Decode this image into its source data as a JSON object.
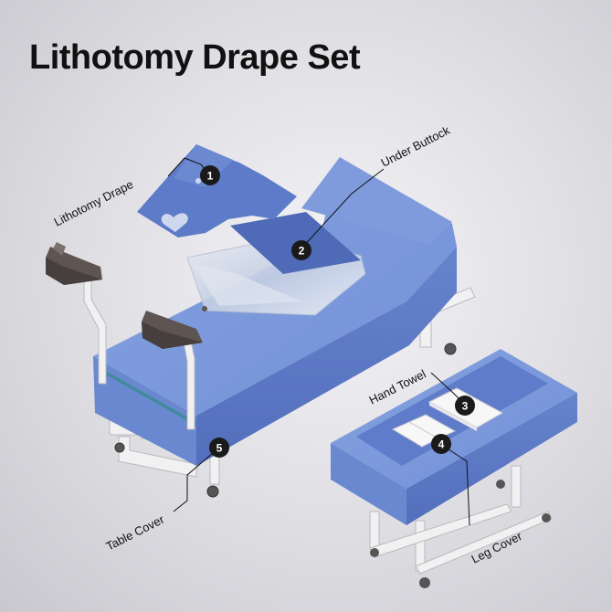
{
  "title": "Lithotomy Drape Set",
  "items": [
    {
      "number": "1",
      "label": "Lithotomy Drape"
    },
    {
      "number": "2",
      "label": "Under Buttock"
    },
    {
      "number": "3",
      "label": "Hand Towel"
    },
    {
      "number": "4",
      "label": "Leg Cover"
    },
    {
      "number": "5",
      "label": "Table Cover"
    }
  ],
  "colors": {
    "drape_top": "#7b97d8",
    "drape_side": "#5a76c2",
    "drape_dark": "#4760ad",
    "frame": "#f1f1f1",
    "stirrup": "#5e5552",
    "marker": "#1a1a1a"
  }
}
